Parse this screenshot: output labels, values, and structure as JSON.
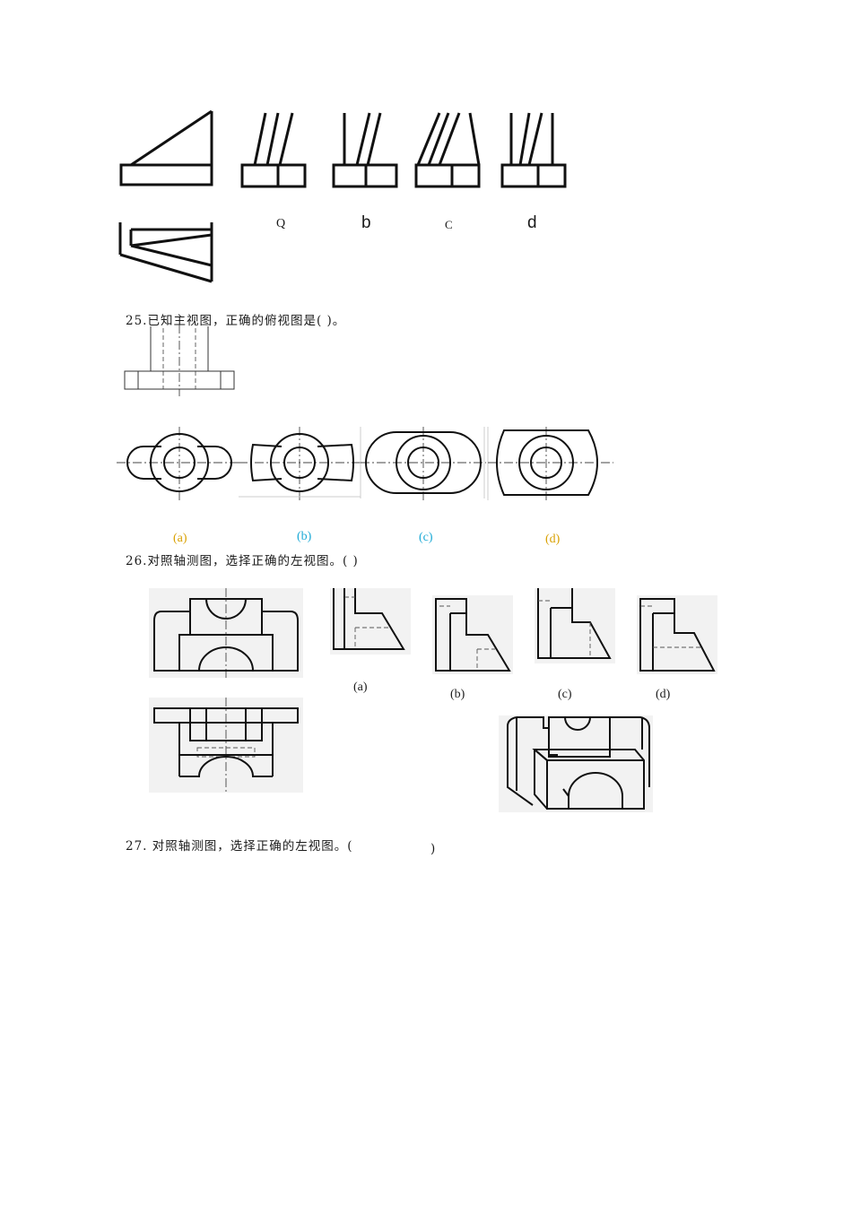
{
  "q24": {
    "options": [
      "Q",
      "b",
      "C",
      "d"
    ]
  },
  "q25": {
    "text": "25.已知主视图，正确的俯视图是(     )。",
    "options": [
      "(a)",
      "(b)",
      "(c)",
      "(d)"
    ],
    "option_colors": [
      "#d9a000",
      "#1aa9d6",
      "#1aa9d6",
      "#d9a000"
    ]
  },
  "q26": {
    "text": "26.对照轴测图，选择正确的左视图。(     )",
    "options": [
      "(a)",
      "(b)",
      "(c)",
      "(d)"
    ]
  },
  "q27": {
    "text_main": "27. 对照轴测图，选择正确的左视图。(",
    "text_close": ")"
  }
}
